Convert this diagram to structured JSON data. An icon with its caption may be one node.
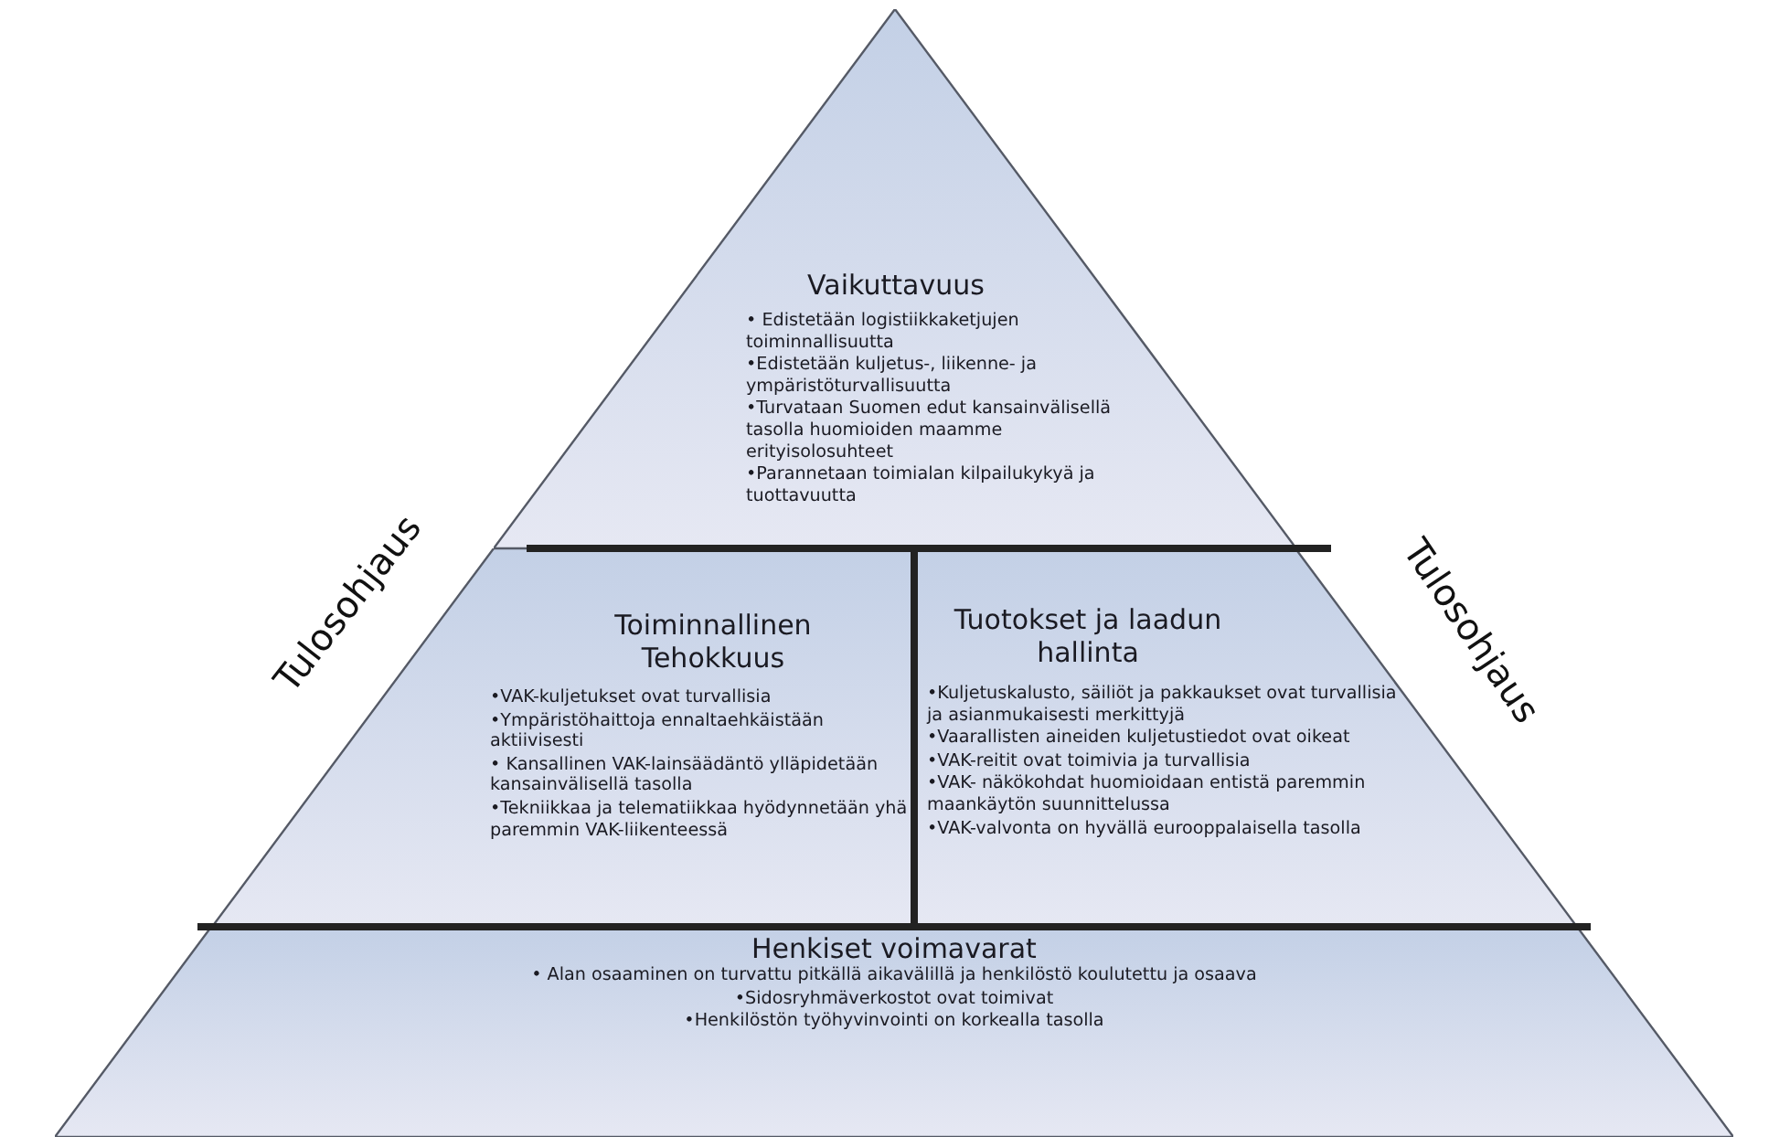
{
  "diagram": {
    "nodes": [
      {
        "text": [
          "Vaikuttavuus",
          "• Edistetään logistiikkaketjujen toiminnallisuutta",
          "•Edistetään  kuljetus-, liikenne- ja ympäristöturvallisuutta",
          "•Turvataan Suomen edut kansainvälisellä tasolla huomioiden maamme erityisolosuhteet",
          "•Parannetaan toimialan kilpailukykyä ja tuottavuutta"
        ]
      },
      {
        "text": [
          "Toiminnallinen Tehokkuus",
          "•VAK-kuljetukset ovat turvallisia",
          "•Ympäristöhaittoja ennaltaehkäistään aktiivisesti",
          "• Kansallinen VAK-lainsäädäntö ylläpidetään kansainvälisellä tasolla",
          "•Tekniikkaa ja telematiikkaa hyödynnetään yhä paremmin VAK-liikenteessä"
        ]
      },
      {
        "text": [
          "Tuotokset ja laadun hallinta",
          "•Kuljetuskalusto, säiliöt ja pakkaukset ovat turvallisia ja asianmukaisesti merkittyjä",
          "•Vaarallisten aineiden kuljetustiedot ovat oikeat",
          "•VAK-reitit ovat toimivia ja turvallisia",
          "•VAK- näkökohdat huomioidaan entistä paremmin  maankäytön suunnittelussa",
          "•VAK-valvonta on hyvällä eurooppalaisella tasolla"
        ]
      },
      {
        "text": [
          "Henkiset voimavarat",
          "• Alan osaaminen on turvattu pitkällä aikavälillä ja henkilöstö koulutettu ja osaava",
          "•Sidosryhmäverkostot ovat toimivat",
          "•Henkilöstön työhyvinvointi on korkealla tasolla"
        ]
      }
    ],
    "labels": [
      "Tulosohjaus",
      "Tulosohjaus"
    ]
  }
}
